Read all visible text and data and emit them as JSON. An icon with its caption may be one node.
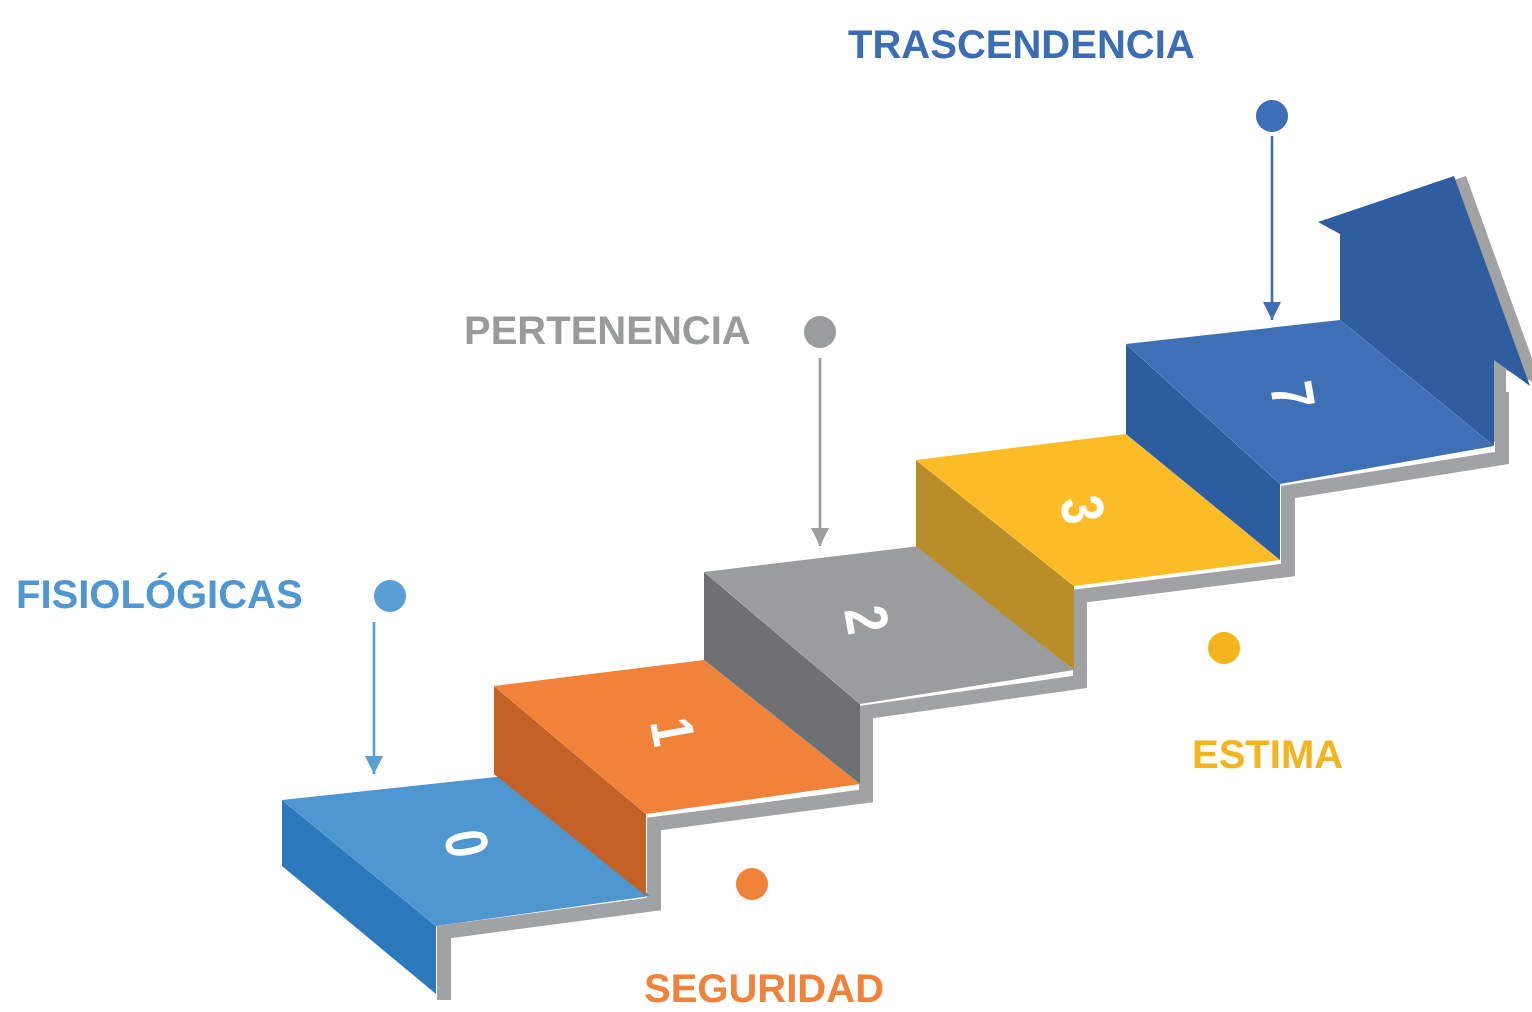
{
  "diagram": {
    "nodes": [
      {
        "text": [
          "0"
        ]
      },
      {
        "text": [
          "1"
        ]
      },
      {
        "text": [
          "2"
        ]
      },
      {
        "text": [
          "3"
        ]
      },
      {
        "text": [
          "7"
        ]
      },
      {
        "text": [
          "FISIOLÓGICAS"
        ]
      },
      {
        "text": [
          "PERTENENCIA"
        ]
      },
      {
        "text": [
          "TRASCENDENCIA"
        ]
      }
    ],
    "edges": [
      {
        "from": 5,
        "to": 0,
        "arrow": "to"
      },
      {
        "from": 6,
        "to": 2,
        "arrow": "to"
      },
      {
        "from": 7,
        "to": 4,
        "arrow": "to"
      }
    ],
    "labels": [
      "SEGURIDAD",
      "ESTIMA"
    ]
  }
}
